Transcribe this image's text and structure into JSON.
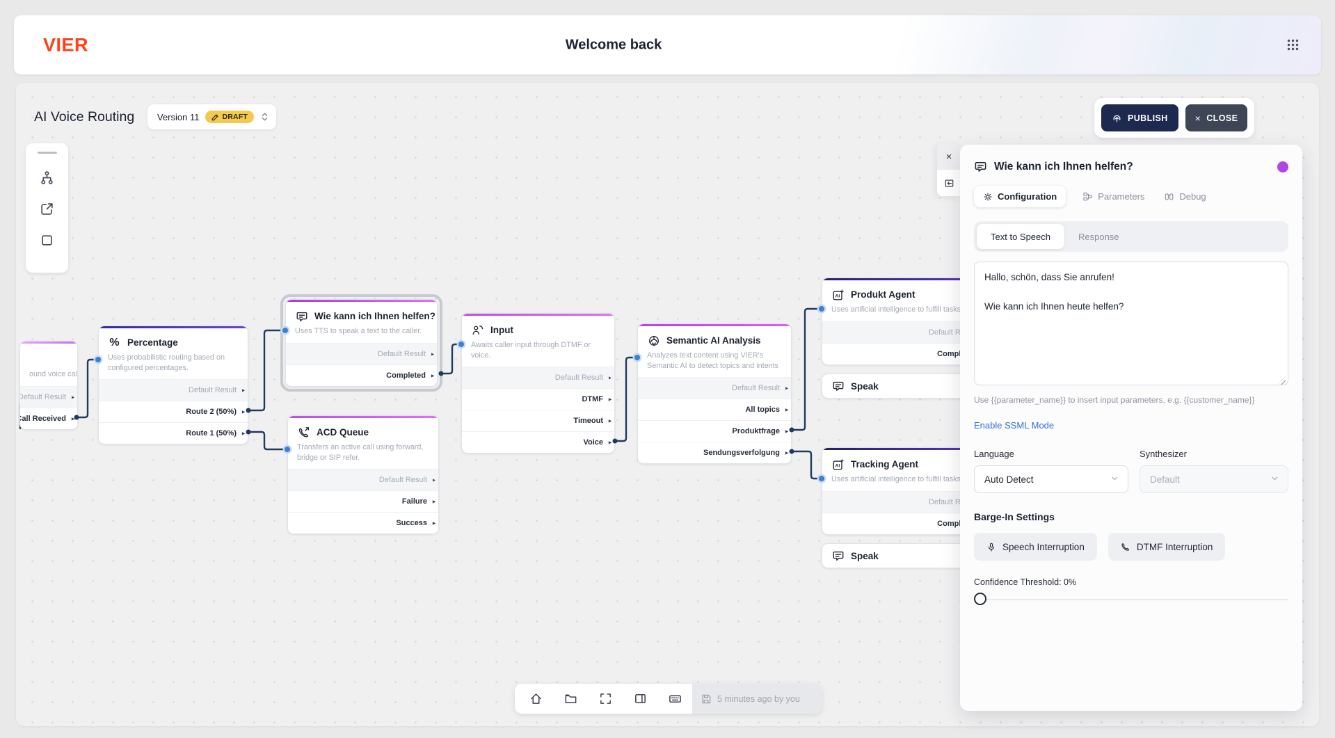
{
  "app": {
    "logo": "VIER",
    "welcome_title": "Welcome back"
  },
  "flow_header": {
    "title": "AI Voice Routing",
    "version": "Version 11",
    "status_badge": "DRAFT",
    "publish_label": "PUBLISH",
    "close_label": "CLOSE"
  },
  "colors": {
    "brand_orange": "#FF4019",
    "publish_navy": "#1E2950",
    "close_slate": "#3E4656",
    "draft_yellow": "#F3C94E",
    "wire_navy": "#1F3A5F",
    "link_blue": "#2E6DE0"
  },
  "nodes": [
    {
      "id": "inbound",
      "desc": "ound voice calls",
      "accent_style": "background:linear-gradient(90deg,#e7a7f5,#c56cf0)",
      "rows": [
        {
          "label": "Default Result"
        },
        {
          "label": "Call Received"
        }
      ]
    },
    {
      "id": "percentage",
      "title": "Percentage",
      "desc": "Uses probabilistic routing based on configured percentages.",
      "accent_style": "background:linear-gradient(90deg,#2f2a9b,#6b46d6)",
      "rows": [
        {
          "label": "Default Result"
        },
        {
          "label": "Route 2 (50%)"
        },
        {
          "label": "Route 1 (50%)"
        }
      ]
    },
    {
      "id": "tts-helfen",
      "title": "Wie kann ich Ihnen helfen?",
      "desc": "Uses TTS to speak a text to the caller.",
      "accent_style": "background:linear-gradient(90deg,#a43ce0,#e76ef5)",
      "rows": [
        {
          "label": "Default Result"
        },
        {
          "label": "Completed"
        }
      ]
    },
    {
      "id": "acd-queue",
      "title": "ACD Queue",
      "desc": "Transfers an active call using forward, bridge or SIP refer.",
      "accent_style": "background:linear-gradient(90deg,#c04ee8,#e070f2)",
      "rows": [
        {
          "label": "Default Result"
        },
        {
          "label": "Failure"
        },
        {
          "label": "Success"
        }
      ]
    },
    {
      "id": "input",
      "title": "Input",
      "desc": "Awaits caller input through DTMF or voice.",
      "accent_style": "background:linear-gradient(90deg,#c04ee8,#e070f2)",
      "rows": [
        {
          "label": "Default Result"
        },
        {
          "label": "DTMF"
        },
        {
          "label": "Timeout"
        },
        {
          "label": "Voice"
        }
      ]
    },
    {
      "id": "semantic-ai",
      "title": "Semantic AI Analysis",
      "desc": "Analyzes text content using VIER's Semantic AI to detect topics and intents",
      "accent_style": "background:linear-gradient(90deg,#b646e4,#d862ef)",
      "rows": [
        {
          "label": "Default Result"
        },
        {
          "label": "All topics"
        },
        {
          "label": "Produktfrage"
        },
        {
          "label": "Sendungsverfolgung"
        }
      ]
    },
    {
      "id": "produkt-agent",
      "title": "Produkt Agent",
      "desc": "Uses artificial intelligence to fulfill tasks",
      "accent_style": "background:linear-gradient(90deg,#23206e,#5b35c0)",
      "rows": [
        {
          "label": "Default Result"
        },
        {
          "label": "Completed"
        }
      ]
    },
    {
      "id": "speak-upper",
      "title": "Speak"
    },
    {
      "id": "tracking-agent",
      "title": "Tracking Agent",
      "desc": "Uses artificial intelligence to fulfill tasks",
      "accent_style": "background:linear-gradient(90deg,#23206e,#5b35c0)",
      "rows": [
        {
          "label": "Default Result"
        },
        {
          "label": "Completed"
        }
      ]
    },
    {
      "id": "speak-lower",
      "title": "Speak"
    }
  ],
  "panel": {
    "title": "Wie kann ich Ihnen helfen?",
    "accent_style": "background:#b445e5",
    "tabs": [
      {
        "label": "Configuration"
      },
      {
        "label": "Parameters"
      },
      {
        "label": "Debug"
      }
    ],
    "subtabs": [
      {
        "label": "Text to Speech"
      },
      {
        "label": "Response"
      }
    ],
    "tts_text": "Hallo, schön, dass Sie anrufen!\n\nWie kann ich Ihnen heute helfen?",
    "hint": "Use {{parameter_name}} to insert input parameters, e.g. {{customer_name}}",
    "ssml_link": "Enable SSML Mode",
    "language_label": "Language",
    "language_value": "Auto Detect",
    "synthesizer_label": "Synthesizer",
    "synthesizer_value": "Default",
    "barge_in_title": "Barge-In Settings",
    "speech_interruption_label": "Speech Interruption",
    "dtmf_interruption_label": "DTMF Interruption",
    "confidence_label": "Confidence Threshold: 0%"
  },
  "footer": {
    "last_saved": "5 minutes ago by you"
  }
}
